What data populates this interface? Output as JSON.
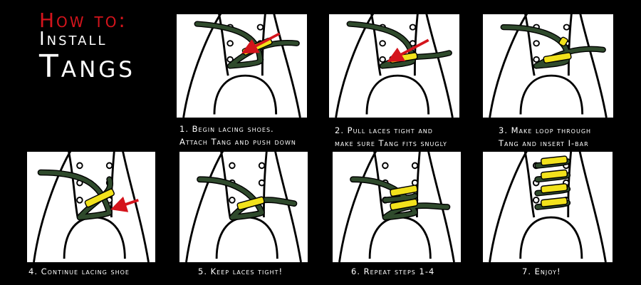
{
  "title": {
    "line1": "How to:",
    "line2": "Install",
    "line3": "Tangs"
  },
  "colors": {
    "accent": "#d4141c",
    "lace": "#2f4a2c",
    "tang": "#f2e21c"
  },
  "steps": [
    {
      "line1": "1. Begin lacing shoes.",
      "line2": "Attach Tang and push down"
    },
    {
      "line1": "2. Pull laces tight and",
      "line2": "make sure Tang fits snugly"
    },
    {
      "line1": "3. Make loop through",
      "line2": "Tang and insert I-bar"
    },
    {
      "line1": "4. Continue lacing shoe",
      "line2": ""
    },
    {
      "line1": "5. Keep laces tight!",
      "line2": ""
    },
    {
      "line1": "6. Repeat steps 1-4",
      "line2": ""
    },
    {
      "line1": "7. Enjoy!",
      "line2": ""
    }
  ]
}
